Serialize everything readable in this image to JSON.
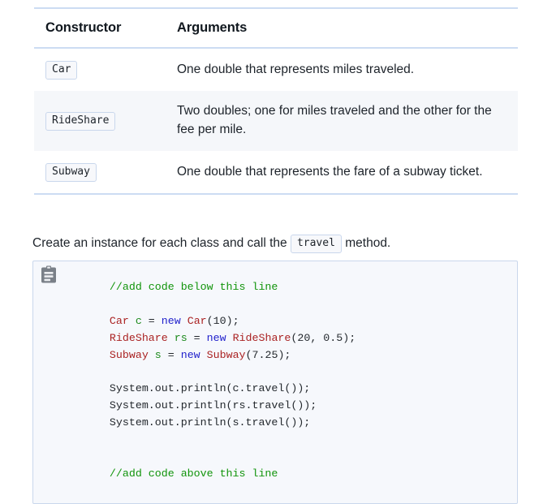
{
  "table": {
    "headers": [
      "Constructor",
      "Arguments"
    ],
    "rows": [
      {
        "constructor": "Car",
        "arguments": "One double that represents miles traveled.",
        "shaded": false
      },
      {
        "constructor": "RideShare",
        "arguments": "Two doubles; one for miles traveled and the other for the fee per mile.",
        "shaded": true
      },
      {
        "constructor": "Subway",
        "arguments": "One double that represents the fare of a subway ticket.",
        "shaded": false
      }
    ]
  },
  "paragraph": {
    "before": "Create an instance for each class and call the",
    "code": "travel",
    "after": "method."
  },
  "code_block": {
    "copy_icon": "clipboard-icon",
    "language": "java",
    "lines": [
      {
        "tokens": [
          {
            "t": "comment",
            "s": "    //add code below this line"
          }
        ]
      },
      {
        "tokens": [
          {
            "t": "plain",
            "s": ""
          }
        ]
      },
      {
        "tokens": [
          {
            "t": "type",
            "s": "    Car"
          },
          {
            "t": "plain",
            "s": " "
          },
          {
            "t": "var",
            "s": "c"
          },
          {
            "t": "plain",
            "s": " = "
          },
          {
            "t": "kw",
            "s": "new"
          },
          {
            "t": "plain",
            "s": " "
          },
          {
            "t": "type",
            "s": "Car"
          },
          {
            "t": "plain",
            "s": "(10);"
          }
        ]
      },
      {
        "tokens": [
          {
            "t": "type",
            "s": "    RideShare"
          },
          {
            "t": "plain",
            "s": " "
          },
          {
            "t": "var",
            "s": "rs"
          },
          {
            "t": "plain",
            "s": " = "
          },
          {
            "t": "kw",
            "s": "new"
          },
          {
            "t": "plain",
            "s": " "
          },
          {
            "t": "type",
            "s": "RideShare"
          },
          {
            "t": "plain",
            "s": "(20, 0.5);"
          }
        ]
      },
      {
        "tokens": [
          {
            "t": "type",
            "s": "    Subway"
          },
          {
            "t": "plain",
            "s": " "
          },
          {
            "t": "var",
            "s": "s"
          },
          {
            "t": "plain",
            "s": " = "
          },
          {
            "t": "kw",
            "s": "new"
          },
          {
            "t": "plain",
            "s": " "
          },
          {
            "t": "type",
            "s": "Subway"
          },
          {
            "t": "plain",
            "s": "(7.25);"
          }
        ]
      },
      {
        "tokens": [
          {
            "t": "plain",
            "s": ""
          }
        ]
      },
      {
        "tokens": [
          {
            "t": "plain",
            "s": "    System.out.println(c.travel());"
          }
        ]
      },
      {
        "tokens": [
          {
            "t": "plain",
            "s": "    System.out.println(rs.travel());"
          }
        ]
      },
      {
        "tokens": [
          {
            "t": "plain",
            "s": "    System.out.println(s.travel());"
          }
        ]
      },
      {
        "tokens": [
          {
            "t": "plain",
            "s": ""
          }
        ]
      },
      {
        "tokens": [
          {
            "t": "plain",
            "s": ""
          }
        ]
      },
      {
        "tokens": [
          {
            "t": "comment",
            "s": "    //add code above this line"
          }
        ]
      }
    ]
  },
  "colors": {
    "border": "#c9d7ec",
    "table_border": "#ccdcf3",
    "row_shaded": "#f5f7fa",
    "code_bg": "#f6f8fc",
    "comment": "#11940b",
    "type": "#aa2222",
    "variable": "#1d8a1d",
    "keyword": "#2222cc",
    "plain": "#24292e"
  }
}
